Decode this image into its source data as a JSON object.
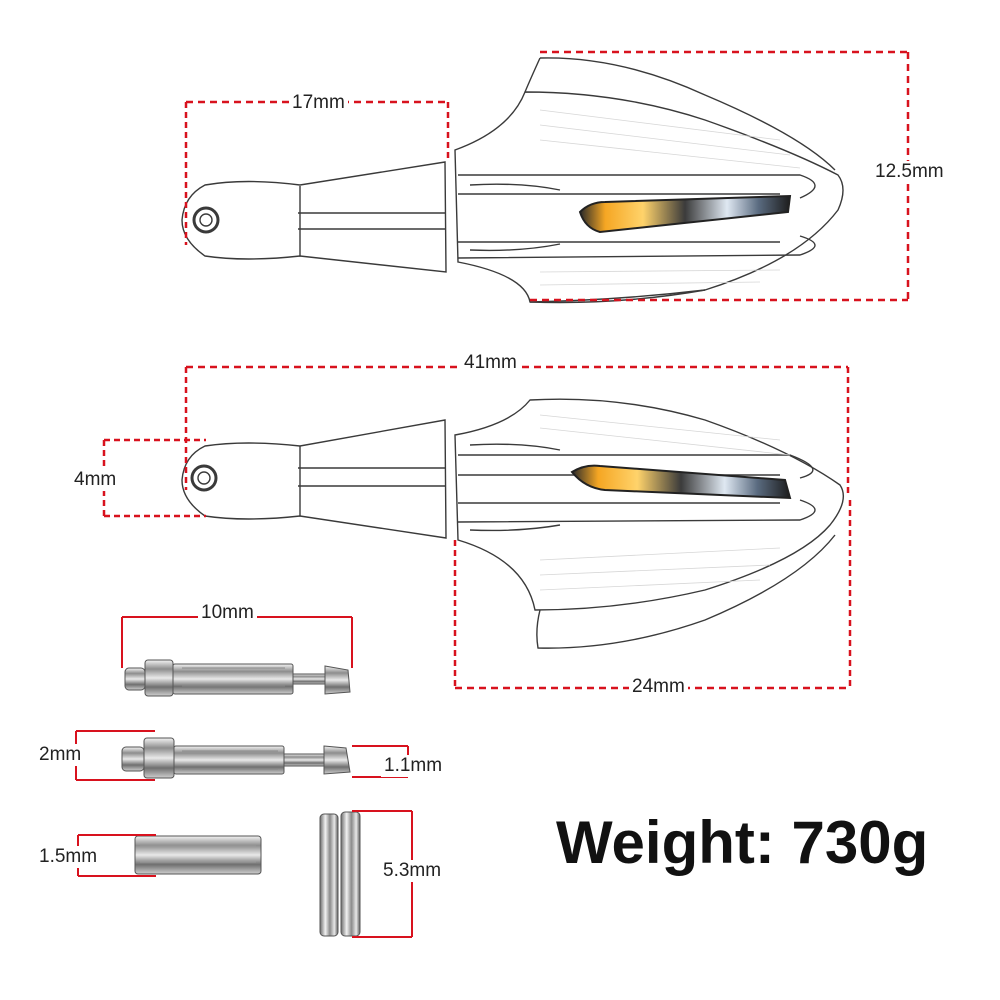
{
  "dimensions": {
    "top_length": "17mm",
    "top_height": "12.5mm",
    "overall_length": "41mm",
    "bar_diameter": "4mm",
    "guard_length": "24mm",
    "bolt_length": "10mm",
    "bolt_head": "2mm",
    "bolt_thread": "1.1mm",
    "sleeve_diameter": "1.5mm",
    "sleeve_length": "5.3mm"
  },
  "weight_label": "Weight: 730g",
  "colors": {
    "dimension_line": "#d8121e",
    "outline": "#3a3a3a",
    "label_text": "#222222",
    "turn_signal_amber": "#f5a623",
    "turn_signal_white": "#dfe8f2"
  }
}
